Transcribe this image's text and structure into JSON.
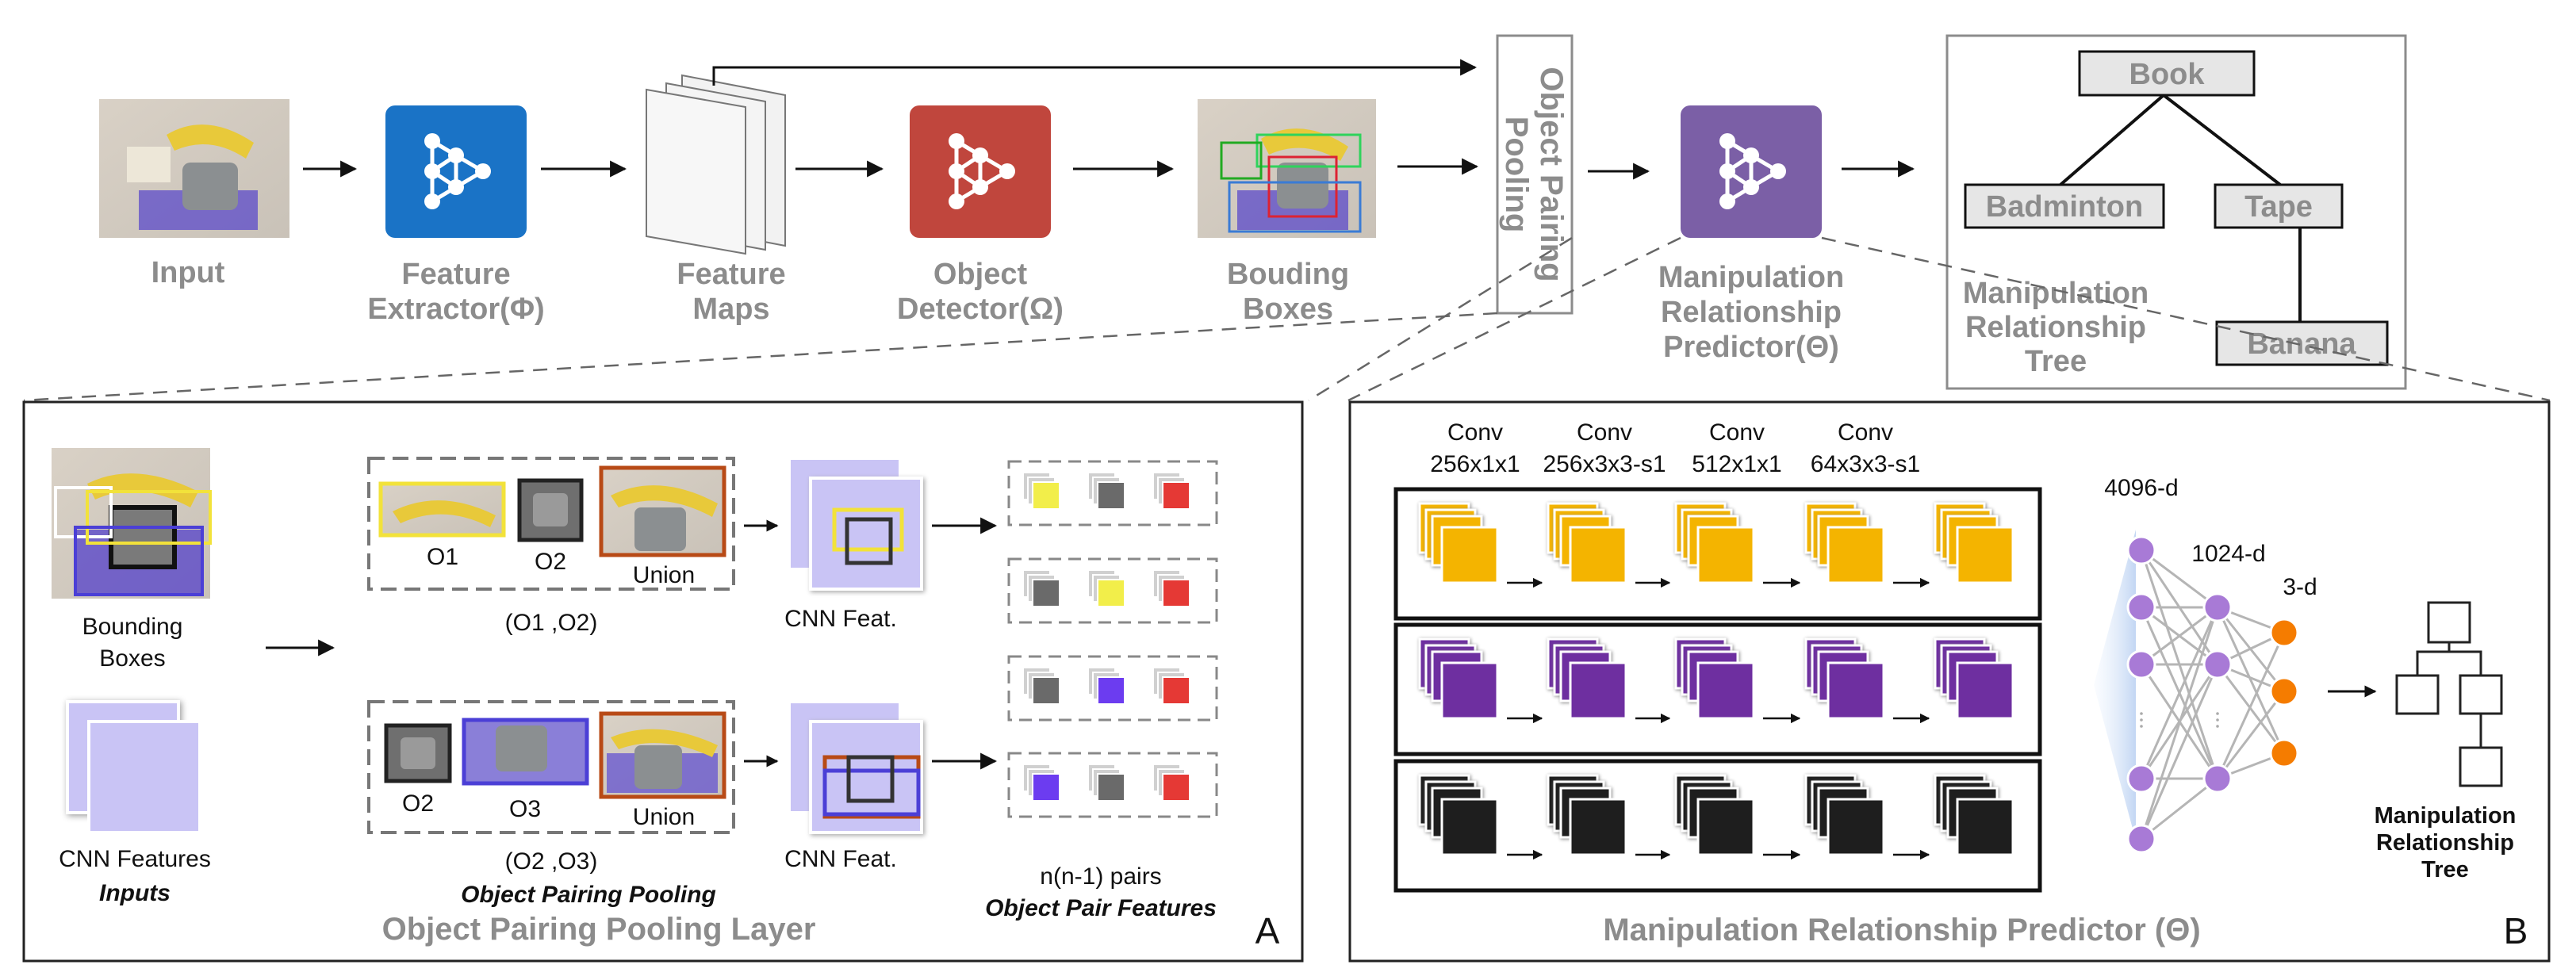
{
  "top": {
    "input": "Input",
    "feature_extractor": [
      "Feature",
      "Extractor(Φ)"
    ],
    "feature_maps": [
      "Feature",
      "Maps"
    ],
    "object_detector": [
      "Object",
      "Detector(Ω)"
    ],
    "bounding_boxes": [
      "Bouding",
      "Boxes"
    ],
    "object_pairing_pooling": [
      "Object Pairing",
      "Pooling"
    ],
    "relationship_predictor": [
      "Manipulation",
      "Relationship",
      "Predictor(Θ)"
    ],
    "tree": {
      "book": "Book",
      "badminton": "Badminton",
      "tape": "Tape",
      "banana": "Banana",
      "label": [
        "Manipulation",
        "Relationship",
        "Tree"
      ]
    }
  },
  "panel_a": {
    "bounding_boxes": [
      "Bounding",
      "Boxes"
    ],
    "cnn_features": "CNN Features",
    "inputs": "Inputs",
    "pair1": {
      "o1": "O1",
      "o2": "O2",
      "union": "Union",
      "caption": "(O1 ,O2)"
    },
    "pair2": {
      "o1": "O2",
      "o2": "O3",
      "union": "Union",
      "caption": "(O2 ,O3)"
    },
    "cnn_feat_1": "CNN Feat.",
    "cnn_feat_2": "CNN Feat.",
    "pooling_caption": "Object Pairing Pooling",
    "pairs_count": "n(n-1) pairs",
    "pair_features": "Object Pair Features",
    "title": "Object Pairing Pooling Layer",
    "letter": "A"
  },
  "panel_b": {
    "conv_headers": [
      [
        "Conv",
        "256x1x1"
      ],
      [
        "Conv",
        "256x3x3-s1"
      ],
      [
        "Conv",
        "512x1x1"
      ],
      [
        "Conv",
        "64x3x3-s1"
      ]
    ],
    "fc_labels": [
      "4096-d",
      "1024-d",
      "3-d"
    ],
    "tree_label": [
      "Manipulation",
      "Relationship",
      "Tree"
    ],
    "title": "Manipulation Relationship Predictor (Θ)",
    "letter": "B"
  },
  "colors": {
    "extractor_blue": "#1a73c6",
    "detector_red": "#c0463d",
    "predictor_purple": "#7b5fa6",
    "conv_yellow": "#f4b400",
    "conv_purple": "#6e2fa0",
    "conv_black": "#1e1e1e",
    "node_purple": "#a87ad6",
    "node_orange": "#f57c00",
    "label_gray": "#8c8c8c"
  }
}
